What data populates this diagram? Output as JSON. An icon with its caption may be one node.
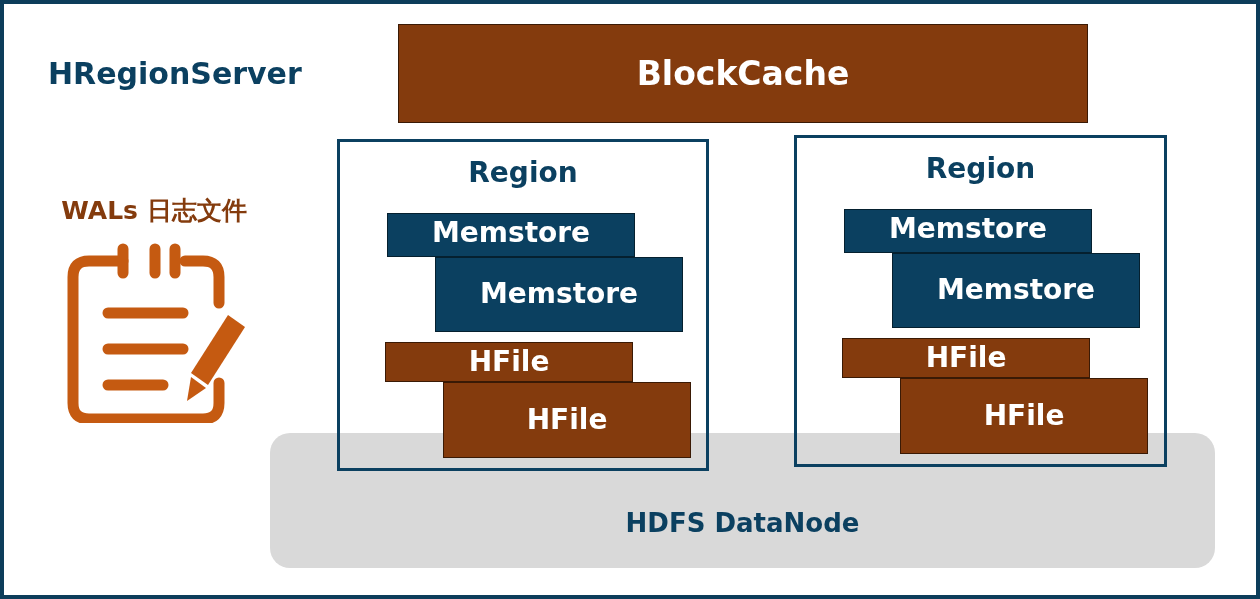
{
  "diagram": {
    "nodes": [
      {
        "text": [
          "HRegionServer"
        ]
      },
      {
        "text": [
          "BlockCache"
        ],
        "in": 0
      },
      {
        "text": [
          "WALs 日志文件"
        ],
        "in": 0
      },
      {
        "text": [
          "HDFS DataNode"
        ],
        "in": 0
      },
      {
        "text": [
          "Region"
        ],
        "in": 0
      },
      {
        "text": [
          "Memstore"
        ],
        "in": 4
      },
      {
        "text": [
          "Memstore"
        ],
        "in": 4
      },
      {
        "text": [
          "HFile"
        ],
        "in": 4
      },
      {
        "text": [
          "HFile"
        ],
        "in": 4
      },
      {
        "text": [
          "Region"
        ],
        "in": 0
      },
      {
        "text": [
          "Memstore"
        ],
        "in": 9
      },
      {
        "text": [
          "Memstore"
        ],
        "in": 9
      },
      {
        "text": [
          "HFile"
        ],
        "in": 9
      },
      {
        "text": [
          "HFile"
        ],
        "in": 9
      }
    ]
  }
}
